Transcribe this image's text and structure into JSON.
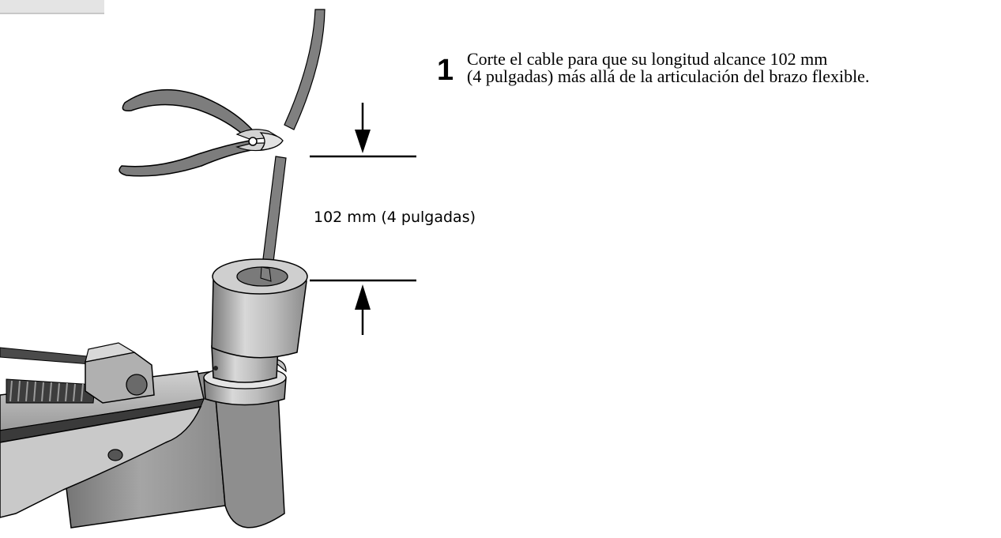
{
  "step": {
    "number": "1",
    "line1": "Corte el cable para que su longitud alcance 102 mm",
    "line2": "(4 pulgadas) más allá de la articulación del brazo flexible."
  },
  "dimension": {
    "label": "102 mm (4 pulgadas)"
  },
  "colors": {
    "cable": "#808080",
    "metal_light": "#d6d6d6",
    "metal_mid": "#a8a8a8",
    "metal_dark": "#6a6a6a",
    "handle": "#7d7d7d",
    "outline": "#000000"
  },
  "icons": [
    "wire-cutter-icon",
    "arrow-down-icon",
    "arrow-up-icon"
  ]
}
